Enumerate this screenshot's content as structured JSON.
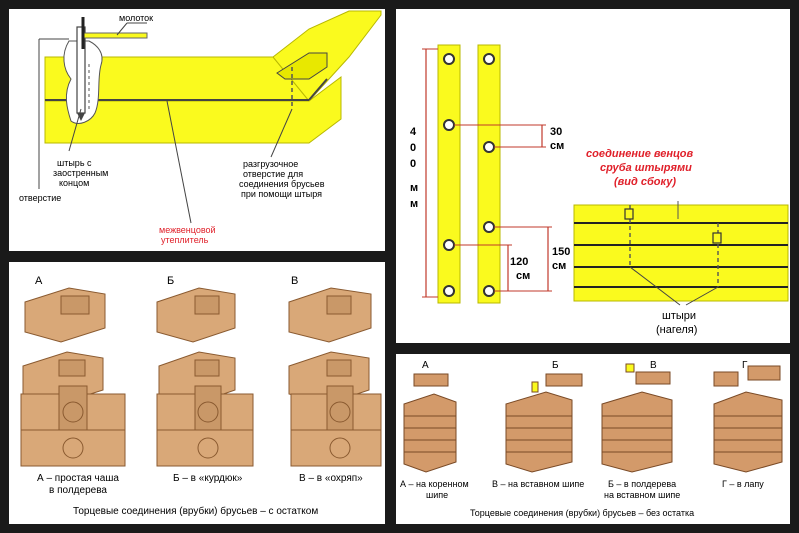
{
  "panel_top_left": {
    "label_hammer": "молоток",
    "label_pin_line1": "штырь с",
    "label_pin_line2": "заостренным",
    "label_pin_line3": "концом",
    "label_hole": "отверстие",
    "label_relief_line1": "разгрузочное",
    "label_relief_line2": "отверстие для",
    "label_relief_line3": "соединения брусьев",
    "label_relief_line4": "при помощи штыря",
    "label_insulation_line1": "межвенцовой",
    "label_insulation_line2": "утеплитель"
  },
  "panel_right_top": {
    "dim_400": "400",
    "dim_mm": "мм",
    "dim_30": "30",
    "dim_30_unit": "см",
    "dim_150": "150",
    "dim_150_unit": "см",
    "dim_120": "120",
    "dim_120_unit": "см",
    "title_line1": "соединение венцов",
    "title_line2": "сруба штырями",
    "title_line3": "(вид сбоку)",
    "pins_line1": "штыри",
    "pins_line2": "(нагеля)"
  },
  "panel_bottom_left": {
    "label_a": "А",
    "label_b": "Б",
    "label_v": "В",
    "caption_a_line1": "А – простая чаша",
    "caption_a_line2": "в полдерева",
    "caption_b": "Б – в «курдюк»",
    "caption_v": "В – в «охряп»",
    "footer": "Торцевые соединения (врубки) брусьев – с остатком"
  },
  "panel_bottom_right": {
    "label_a": "А",
    "label_b": "Б",
    "label_v": "В",
    "label_g": "Г",
    "caption_a_line1": "А – на коренном",
    "caption_a_line2": "шипе",
    "caption_b": "В – на вставном шипе",
    "caption_v_line1": "Б – в полдерева",
    "caption_v_line2": "на вставном шипе",
    "caption_g": "Г – в лапу",
    "footer": "Торцевые соединения (врубки) брусьев – без остатка"
  },
  "colors": {
    "beam_yellow": "#fafa1e",
    "beam_outline": "#b8b800",
    "wood": "#d9a878",
    "wood_dark": "#8a5a30",
    "brick": "#d39a6a",
    "dim_red": "#c0392b",
    "label_red": "#e0202a",
    "pin_gray": "#444444"
  }
}
